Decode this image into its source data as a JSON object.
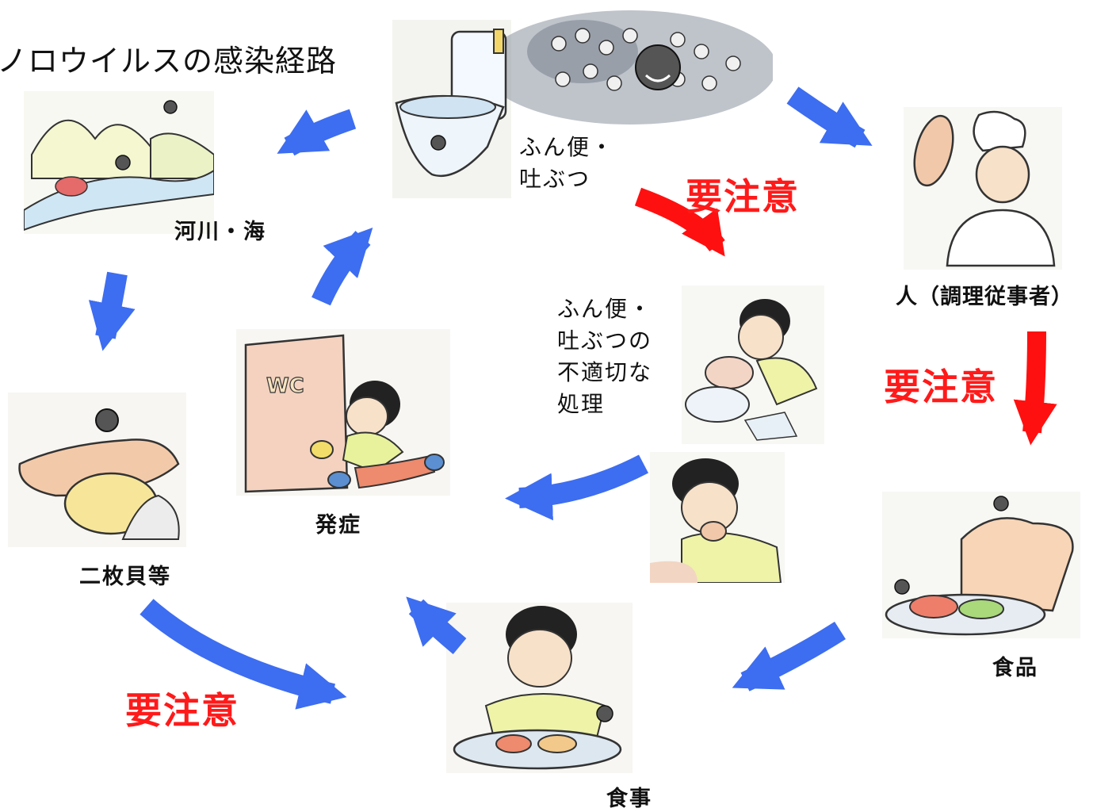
{
  "title": "ノロウイルスの感染経路",
  "labels": {
    "feces": "ふん便・\n吐ぶつ",
    "river": "河川・海",
    "cook": "人（調理従事者）",
    "improper": "ふん便・\n吐ぶつの\n不適切な\n処理",
    "onset": "発症",
    "shellfish": "二枚貝等",
    "food": "食品",
    "meal": "食事"
  },
  "warnings": {
    "w1": "要注意",
    "w2": "要注意",
    "w3": "要注意"
  },
  "colors": {
    "blue_arrow": "#3d6df0",
    "red_arrow": "#ff1010",
    "warning_text": "#ff1a1a"
  }
}
